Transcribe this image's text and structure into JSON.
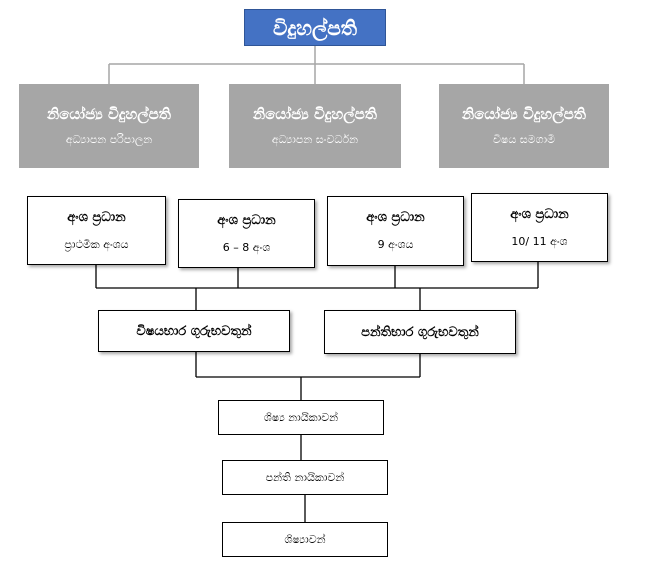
{
  "diagram": {
    "principal": "විදුහල්පති",
    "deputies": [
      {
        "title": "නියෝජ්‍ය විදුහල්පති",
        "subtitle": "අධ්‍යාපන පරිපාලන"
      },
      {
        "title": "නියෝජ්‍ය විදුහල්පති",
        "subtitle": "අධ්‍යාපන සංවර්ධන"
      },
      {
        "title": "නියෝජ්‍ය විදුහල්පති",
        "subtitle": "විෂය සමගාමී"
      }
    ],
    "sections": [
      {
        "title": "අංශ ප්‍රධාන",
        "subtitle": "ප්‍රාථමික අංශය"
      },
      {
        "title": "අංශ ප්‍රධාන",
        "subtitle": "6 – 8  අංශ"
      },
      {
        "title": "අංශ ප්‍රධාන",
        "subtitle": "9 අංශය"
      },
      {
        "title": "අංශ ප්‍රධාන",
        "subtitle": "10/ 11 අංශ"
      }
    ],
    "teachers": [
      "විෂයභාර ගුරුභවතුන්",
      "පන්තිභාර ගුරුභවතුන්"
    ],
    "student_leaders": "ශිෂ්‍ය නායිකාවන්",
    "class_leaders": "පන්ති නායිකාවන්",
    "students": "ශිෂ්‍යාවන්"
  }
}
